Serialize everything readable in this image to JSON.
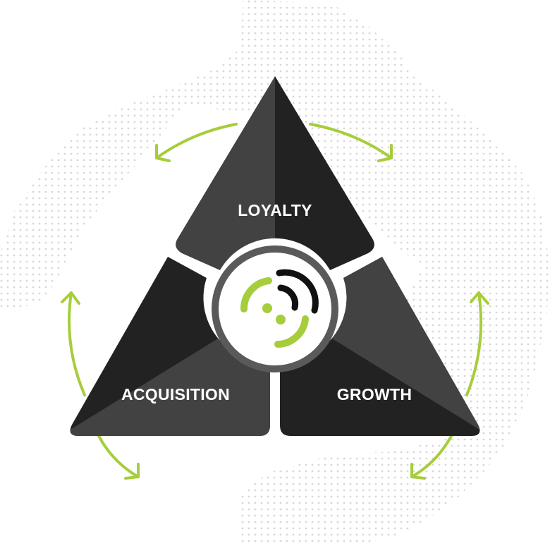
{
  "diagram": {
    "segments": [
      {
        "id": "loyalty",
        "label": "LOYALTY"
      },
      {
        "id": "acquisition",
        "label": "ACQUISITION"
      },
      {
        "id": "growth",
        "label": "GROWTH"
      }
    ],
    "colors": {
      "accent": "#a6cd3b",
      "segment_light": "#424242",
      "segment_dark": "#222222",
      "hub_ring": "#5a5a5a",
      "hub_fill": "#ffffff",
      "dots": "#d7d7d7"
    },
    "center_icon": "signal-broadcast-icon",
    "cycle_arrows": [
      "arrow-top-left-icon",
      "arrow-top-right-icon",
      "arrow-left-icon",
      "arrow-right-icon",
      "arrow-bottom-left-icon",
      "arrow-bottom-right-icon"
    ]
  }
}
